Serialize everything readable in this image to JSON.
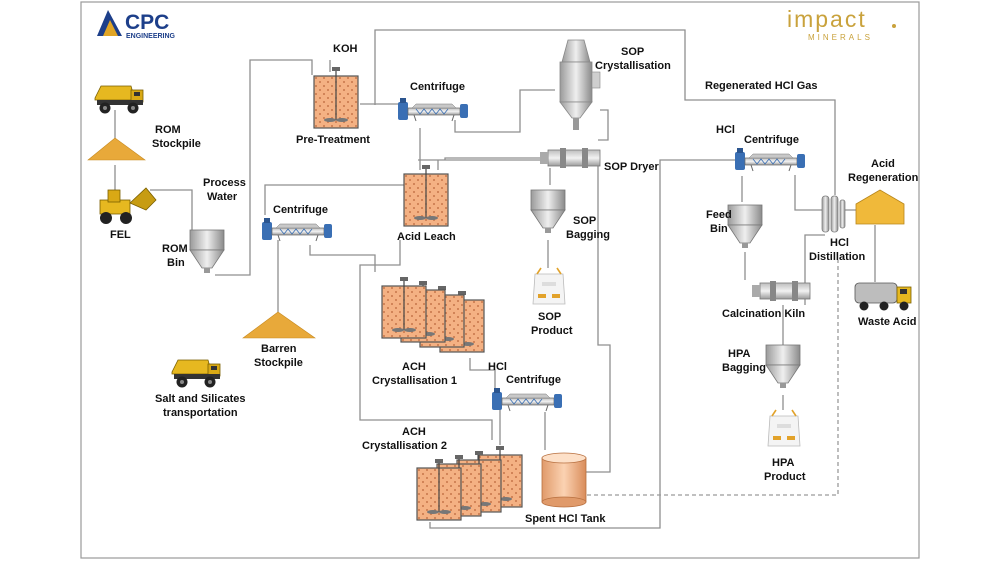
{
  "logos": {
    "cpc_name": "CPC",
    "cpc_sub": "ENGINEERING",
    "impact_name": "impact",
    "impact_sub": "MINERALS"
  },
  "labels": {
    "rom_stockpile": [
      "ROM",
      "Stockpile"
    ],
    "fel": "FEL",
    "process_water": [
      "Process",
      "Water"
    ],
    "rom_bin": [
      "ROM",
      "Bin"
    ],
    "koh": "KOH",
    "pre_treatment": "Pre-Treatment",
    "centrifuge_1": "Centrifuge",
    "centrifuge_2": "Centrifuge",
    "centrifuge_3": "Centrifuge",
    "centrifuge_4": "Centrifuge",
    "sop_crystallisation": [
      "SOP",
      "Crystallisation"
    ],
    "sop_dryer": "SOP Dryer",
    "sop_bagging": [
      "SOP",
      "Bagging"
    ],
    "sop_product": [
      "SOP",
      "Product"
    ],
    "acid_leach": "Acid Leach",
    "barren_stockpile": [
      "Barren",
      "Stockpile"
    ],
    "salt_silicates": [
      "Salt and Silicates",
      "transportation"
    ],
    "ach_cryst_1": [
      "ACH",
      "Crystallisation 1"
    ],
    "ach_cryst_2": [
      "ACH",
      "Crystallisation 2"
    ],
    "hcl_1": "HCl",
    "hcl_2": "HCl",
    "spent_hcl_tank": "Spent HCl Tank",
    "regenerated_hcl_gas": "Regenerated HCl Gas",
    "feed_bin": [
      "Feed",
      "Bin"
    ],
    "calcination_kiln": "Calcination Kiln",
    "hcl_distillation": [
      "HCl",
      "Distillation"
    ],
    "acid_regeneration": [
      "Acid",
      "Regeneration"
    ],
    "waste_acid": "Waste Acid",
    "hpa_bagging": [
      "HPA",
      "Bagging"
    ],
    "hpa_product": [
      "HPA",
      "Product"
    ]
  },
  "colors": {
    "slurry": "#f4b183",
    "stockpile": "#e8a93a",
    "truck": "#e6b820",
    "tank": "#cfcfcf",
    "centrifuge": "#3a6fb4",
    "cpc_blue": "#1d3f8a",
    "impact_gold": "#c9a23c"
  }
}
